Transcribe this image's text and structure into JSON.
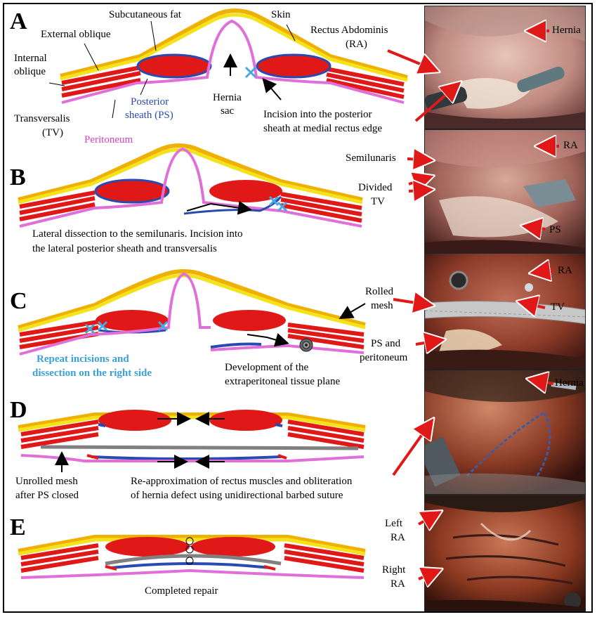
{
  "panels": {
    "a": {
      "letter": "A"
    },
    "b": {
      "letter": "B"
    },
    "c": {
      "letter": "C"
    },
    "d": {
      "letter": "D"
    },
    "e": {
      "letter": "E"
    }
  },
  "labels": {
    "subcutaneous_fat": "Subcutaneous fat",
    "skin": "Skin",
    "external_oblique": "External oblique",
    "internal_oblique_1": "Internal",
    "internal_oblique_2": "oblique",
    "transversalis_1": "Transversalis",
    "transversalis_2": "(TV)",
    "posterior_sheath_1": "Posterior",
    "posterior_sheath_2": "sheath (PS)",
    "peritoneum": "Peritoneum",
    "hernia_sac_1": "Hernia",
    "hernia_sac_2": "sac",
    "rectus_1": "Rectus Abdominis",
    "rectus_2": "(RA)",
    "incision_a_1": "Incision into the posterior",
    "incision_a_2": "sheath at medial rectus edge",
    "lateral_b_1": "Lateral dissection to the semilunaris. Incision into",
    "lateral_b_2": "the lateral posterior sheath and transversalis",
    "repeat_c_1": "Repeat incisions and",
    "repeat_c_2": "dissection on the right side",
    "develop_c_1": "Development of the",
    "develop_c_2": "extraperitoneal tissue plane",
    "unrolled_d_1": "Unrolled mesh",
    "unrolled_d_2": "after PS closed",
    "reapprox_d_1": "Re-approximation of rectus muscles and obliteration",
    "reapprox_d_2": "of hernia defect using unidirectional barbed suture",
    "completed_e": "Completed repair"
  },
  "photo_labels": {
    "a_hernia": "Hernia",
    "b_ra": "RA",
    "b_semilunaris": "Semilunaris",
    "b_divided_1": "Divided",
    "b_divided_2": "TV",
    "b_ps": "PS",
    "c_ra": "RA",
    "c_rolled_1": "Rolled",
    "c_rolled_2": "mesh",
    "c_tv": "TV",
    "c_ps_1": "PS and",
    "c_ps_2": "peritoneum",
    "d_hernia": "Hernia",
    "e_left_1": "Left",
    "e_left_2": "RA",
    "e_right_1": "Right",
    "e_right_2": "RA"
  },
  "colors": {
    "skin": "#f4e21a",
    "fat_outline": "#f0b000",
    "muscle": "#e01818",
    "peritoneum": "#e070d8",
    "sheath": "#2a4ab0",
    "incision": "#48a8e0",
    "mesh": "#808080"
  }
}
